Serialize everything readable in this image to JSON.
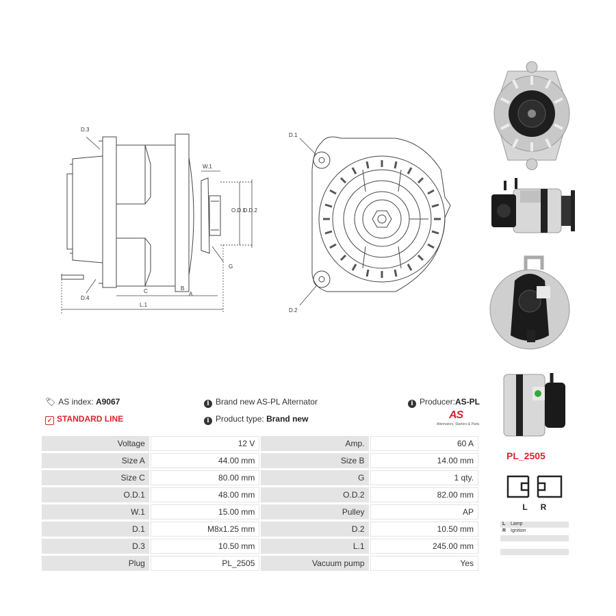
{
  "drawing_labels": {
    "d3": "D.3",
    "d4": "D.4",
    "w1": "W.1",
    "od1": "O.D.1",
    "od2": "O.D.2",
    "g": "G",
    "c": "C",
    "b": "B",
    "a": "A",
    "l1": "L.1",
    "d1": "D.1",
    "d2": "D.2"
  },
  "info": {
    "as_index_label": "AS index:",
    "as_index_value": "A9067",
    "standard_line": "STANDARD LINE",
    "brand_new_text": "Brand new AS-PL Alternator",
    "product_type_label": "Product type:",
    "product_type_value": "Brand new",
    "producer_label": "Producer:",
    "producer_value": "AS-PL",
    "logo_text": "AS",
    "logo_tagline": "Alternators, Starters & Parts"
  },
  "specs": [
    {
      "k1": "Voltage",
      "v1": "12 V",
      "k2": "Amp.",
      "v2": "60 A"
    },
    {
      "k1": "Size A",
      "v1": "44.00 mm",
      "k2": "Size B",
      "v2": "14.00 mm"
    },
    {
      "k1": "Size C",
      "v1": "80.00 mm",
      "k2": "G",
      "v2": "1 qty."
    },
    {
      "k1": "O.D.1",
      "v1": "48.00 mm",
      "k2": "O.D.2",
      "v2": "82.00 mm"
    },
    {
      "k1": "W.1",
      "v1": "15.00 mm",
      "k2": "Pulley",
      "v2": "AP"
    },
    {
      "k1": "D.1",
      "v1": "M8x1.25 mm",
      "k2": "D.2",
      "v2": "10.50 mm"
    },
    {
      "k1": "D.3",
      "v1": "10.50 mm",
      "k2": "L.1",
      "v2": "245.00 mm"
    },
    {
      "k1": "Plug",
      "v1": "PL_2505",
      "k2": "Vacuum pump",
      "v2": "Yes"
    }
  ],
  "plug": {
    "code": "PL_2505",
    "pin_left": "L",
    "pin_right": "R",
    "legend": [
      {
        "code": "L",
        "desc": "Lamp"
      },
      {
        "code": "R",
        "desc": "Ignition"
      }
    ]
  },
  "colors": {
    "accent": "#d9232d",
    "table_key_bg": "#e4e4e4"
  }
}
